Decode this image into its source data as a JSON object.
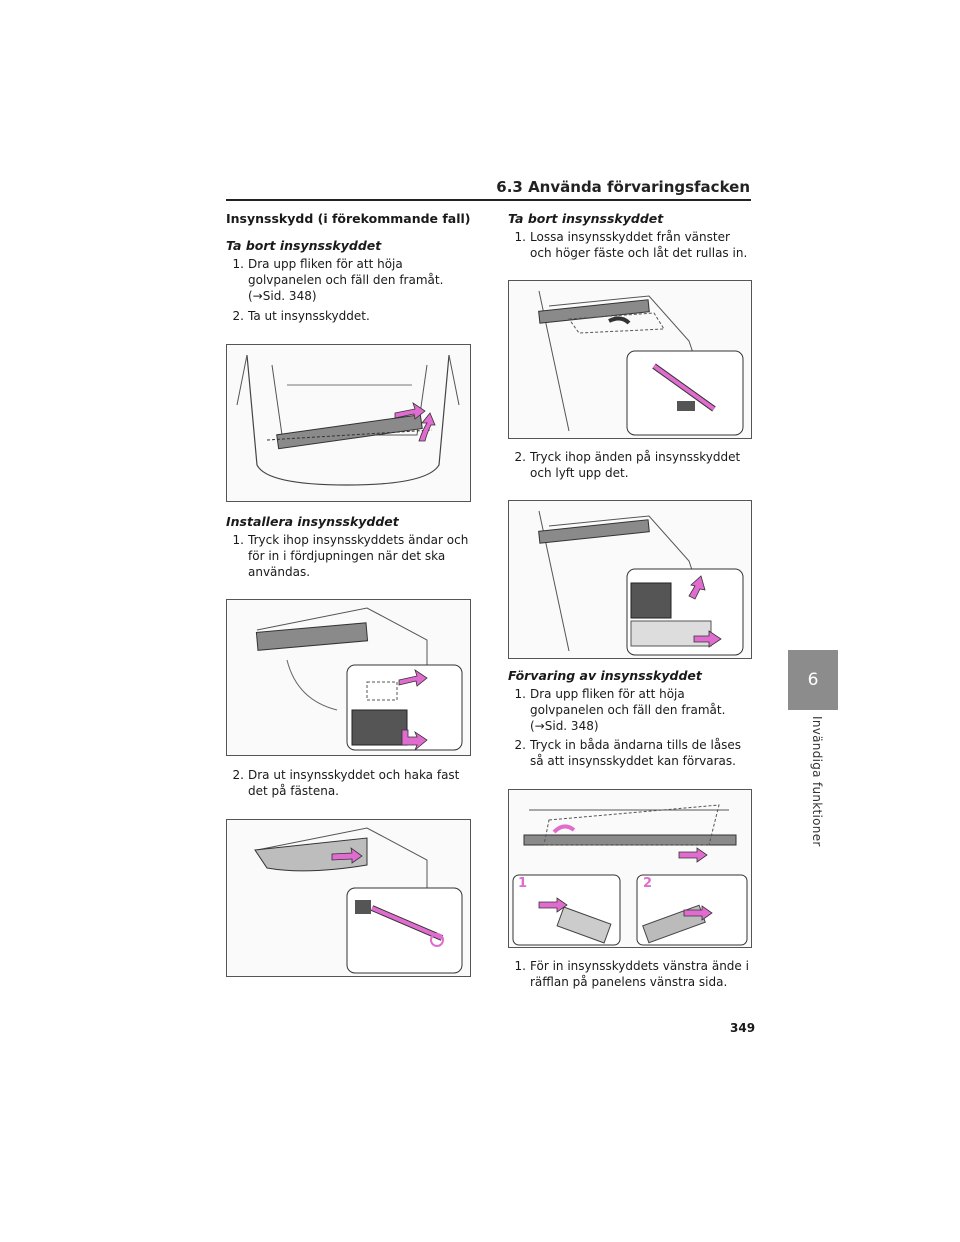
{
  "header": {
    "section": "6.3 Använda förvaringsfacken"
  },
  "side_tab": {
    "number": "6",
    "label": "Invändiga funktioner"
  },
  "left": {
    "section_title": "Insynsskydd (i förekommande fall)",
    "remove": {
      "heading": "Ta bort insynsskyddet",
      "steps": [
        {
          "num": "1.",
          "text": "Dra upp fliken för att höja golvpanelen och fäll den framåt. (→Sid. 348)"
        },
        {
          "num": "2.",
          "text": "Ta ut insynsskyddet."
        }
      ]
    },
    "install": {
      "heading": "Installera insynsskyddet",
      "steps": [
        {
          "num": "1.",
          "text": "Tryck ihop insynsskyddets ändar och för in i fördjupningen när det ska användas."
        },
        {
          "num": "2.",
          "text": "Dra ut insynsskyddet och haka fast det på fästena."
        }
      ]
    }
  },
  "right": {
    "remove": {
      "heading": "Ta bort insynsskyddet",
      "steps": [
        {
          "num": "1.",
          "text": "Lossa insynsskyddet från vänster och höger fäste och låt det rullas in."
        },
        {
          "num": "2.",
          "text": "Tryck ihop änden på insynsskyddet och lyft upp det."
        }
      ]
    },
    "storage": {
      "heading": "Förvaring av insynsskyddet",
      "steps": [
        {
          "num": "1.",
          "text": "Dra upp fliken för att höja golvpanelen och fäll den framåt. (→Sid. 348)"
        },
        {
          "num": "2.",
          "text": "Tryck in båda ändarna tills de låses så att insynsskyddet kan förvaras."
        },
        {
          "num": "1.",
          "text": "För in insynsskyddets vänstra ände i räfflan på panelens vänstra sida."
        }
      ],
      "figure_labels": [
        "1",
        "2"
      ]
    }
  },
  "page_number": "349",
  "colors": {
    "arrow": "#e06ccf",
    "tab": "#8c8c8c",
    "cover": "#8a8a8a"
  }
}
